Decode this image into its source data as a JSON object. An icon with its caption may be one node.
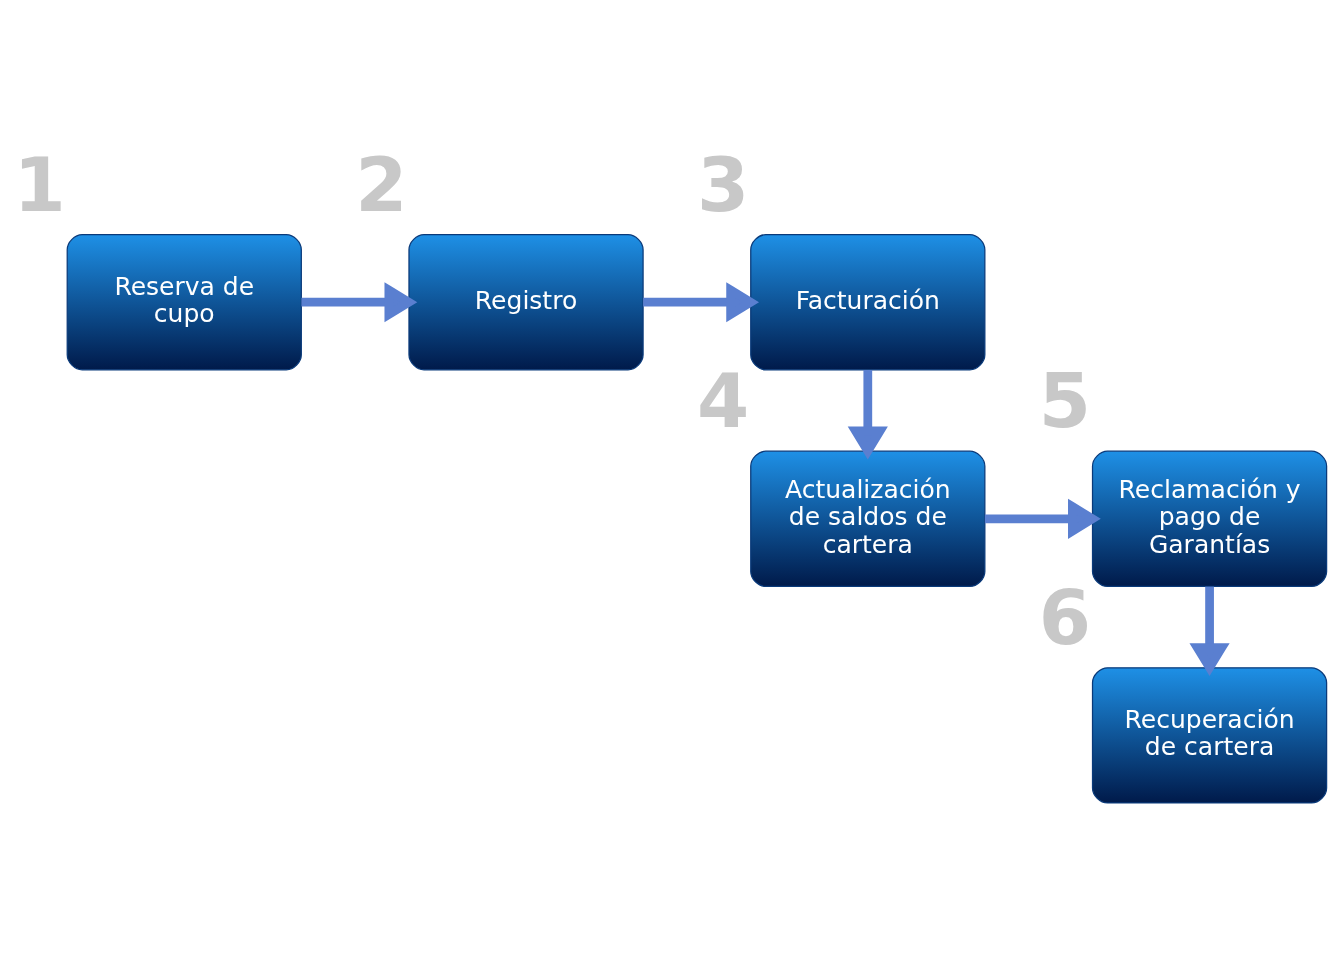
{
  "diagram": {
    "nodes": [
      {
        "text": [
          "Reserva de cupo"
        ],
        "beside": [
          "1"
        ]
      },
      {
        "text": [
          "Registro"
        ],
        "beside": [
          "2"
        ]
      },
      {
        "text": [
          "Facturación"
        ],
        "beside": [
          "3"
        ]
      },
      {
        "text": [
          "Actualización de saldos de cartera"
        ],
        "beside": [
          "4"
        ]
      },
      {
        "text": [
          "Reclamación y pago de Garantías"
        ],
        "beside": [
          "5"
        ]
      },
      {
        "text": [
          "Recuperación de cartera"
        ],
        "beside": [
          "6"
        ]
      }
    ],
    "edges": [
      {
        "from": 0,
        "to": 1,
        "arrow": "to"
      },
      {
        "from": 1,
        "to": 2,
        "arrow": "to"
      },
      {
        "from": 2,
        "to": 3,
        "arrow": "to"
      },
      {
        "from": 3,
        "to": 4,
        "arrow": "to"
      },
      {
        "from": 4,
        "to": 5,
        "arrow": "to"
      }
    ]
  }
}
